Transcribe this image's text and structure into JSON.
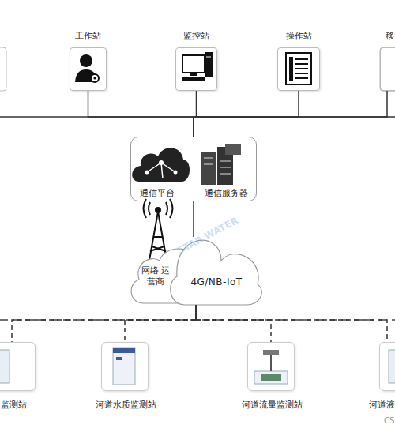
{
  "diagram": {
    "nodes": [
      {
        "text": [
          "工作站"
        ]
      },
      {
        "text": [
          "监控站"
        ]
      },
      {
        "text": [
          "操作站"
        ]
      },
      {
        "text": [
          "移"
        ]
      },
      {
        "text": [
          "通信平台",
          "通信服务器"
        ]
      },
      {
        "text": [
          "网络 运营商",
          "4G/NB-IoT"
        ]
      },
      {
        "text": [
          "监测站"
        ]
      },
      {
        "text": [
          "河道水质监测站"
        ]
      },
      {
        "text": [
          "河道流量监测站"
        ]
      },
      {
        "text": [
          "河道液"
        ]
      }
    ],
    "edges": [
      {
        "from": 0,
        "to": 4,
        "arrow": "none"
      },
      {
        "from": 1,
        "to": 4,
        "arrow": "none"
      },
      {
        "from": 2,
        "to": 4,
        "arrow": "none"
      },
      {
        "from": 3,
        "to": 4,
        "arrow": "none"
      },
      {
        "from": 4,
        "to": 5,
        "arrow": "none"
      },
      {
        "from": 5,
        "to": 6,
        "arrow": "none"
      },
      {
        "from": 5,
        "to": 7,
        "arrow": "none"
      },
      {
        "from": 5,
        "to": 8,
        "arrow": "none"
      },
      {
        "from": 5,
        "to": 9,
        "arrow": "none"
      }
    ],
    "labels": [
      "STAR WATER",
      "CS"
    ]
  }
}
